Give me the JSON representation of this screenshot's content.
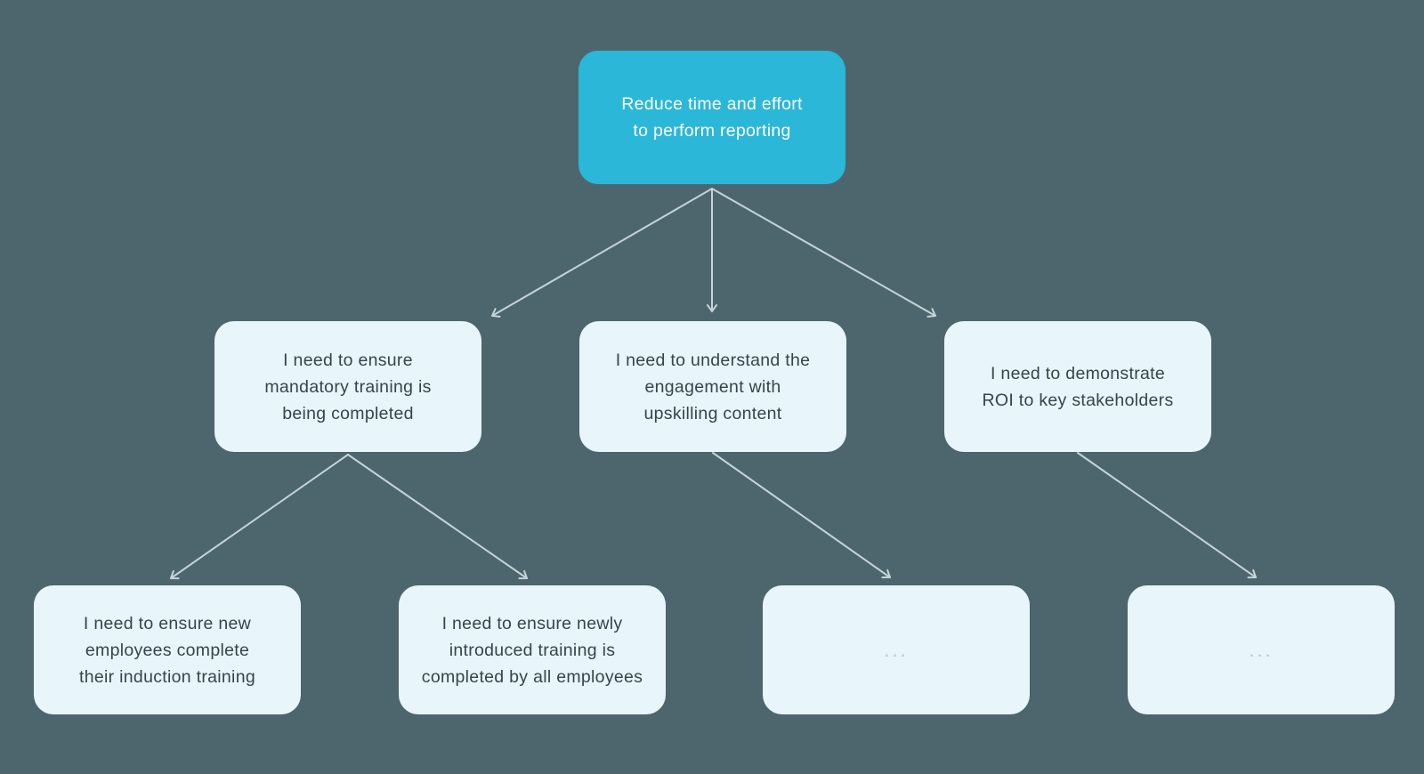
{
  "colors": {
    "background": "#4d666d",
    "accent": "#2bb7d8",
    "node-bg": "#e8f5fa",
    "node-text": "#37444d",
    "root-text": "#ffffff",
    "arrow": "#c5d4d8",
    "dots": "#b7c7cd"
  },
  "diagram": {
    "nodes": {
      "root": {
        "label": "Reduce time and effort to perform reporting",
        "lines": [
          "Reduce time and effort",
          "to perform reporting"
        ]
      },
      "mandatory": {
        "label": "I need to ensure mandatory training is being completed",
        "lines": [
          "I need to ensure",
          "mandatory training is",
          "being completed"
        ]
      },
      "engagement": {
        "label": "I need to understand the engagement with upskilling content",
        "lines": [
          "I need to understand the",
          "engagement with",
          "upskilling content"
        ]
      },
      "roi": {
        "label": "I need to demonstrate ROI to key stakeholders",
        "lines": [
          "I need to demonstrate",
          "ROI to key stakeholders"
        ]
      },
      "induction": {
        "label": "I need to ensure new employees complete their induction training",
        "lines": [
          "I need to ensure new",
          "employees complete",
          "their induction training"
        ]
      },
      "newly_introduced": {
        "label": "I need to ensure newly introduced training is completed by all employees",
        "lines": [
          "I need to ensure newly",
          "introduced training is",
          "completed by all employees"
        ]
      },
      "placeholder_left": {
        "label": "...",
        "lines": [
          "..."
        ]
      },
      "placeholder_right": {
        "label": "...",
        "lines": [
          "..."
        ]
      }
    }
  }
}
